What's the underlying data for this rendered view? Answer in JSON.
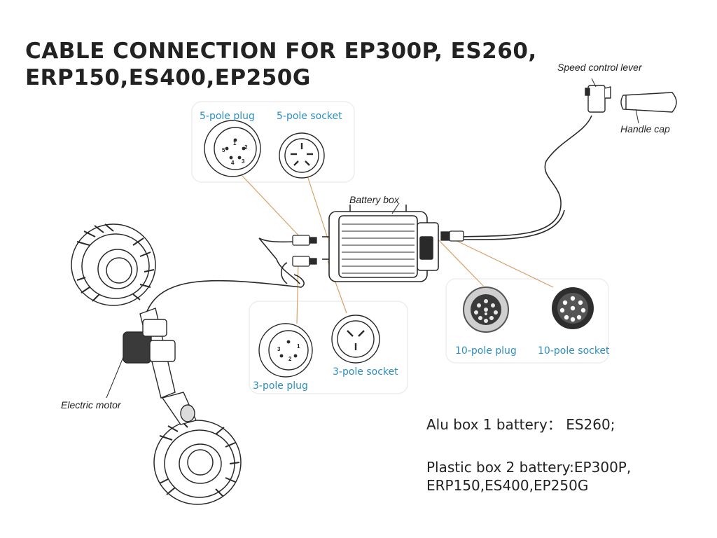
{
  "title": {
    "line1": "CABLE CONNECTION FOR EP300P, ES260,",
    "line2": "ERP150,ES400,EP250G"
  },
  "labels": {
    "speed_control_lever": "Speed control lever",
    "handle_cap": "Handle cap",
    "battery_box": "Battery box",
    "electric_motor": "Electric motor"
  },
  "connectors": {
    "five_pole_plug": "5-pole plug",
    "five_pole_socket": "5-pole socket",
    "three_pole_plug": "3-pole plug",
    "three_pole_socket": "3-pole socket",
    "ten_pole_plug": "10-pole plug",
    "ten_pole_socket": "10-pole socket"
  },
  "pin_numbers": {
    "five_pole": [
      "1",
      "2",
      "3",
      "4",
      "5"
    ],
    "three_pole": [
      "1",
      "2",
      "3"
    ]
  },
  "notes": {
    "alu_box": "Alu box 1 battery： ES260;",
    "plastic_box_line1": "Plastic box 2 battery:EP300P,",
    "plastic_box_line2": "ERP150,ES400,EP250G"
  },
  "colors": {
    "connector_label": "#2d8fc2",
    "leader_line": "#d9a066",
    "drawing": "#2a2a2a"
  }
}
